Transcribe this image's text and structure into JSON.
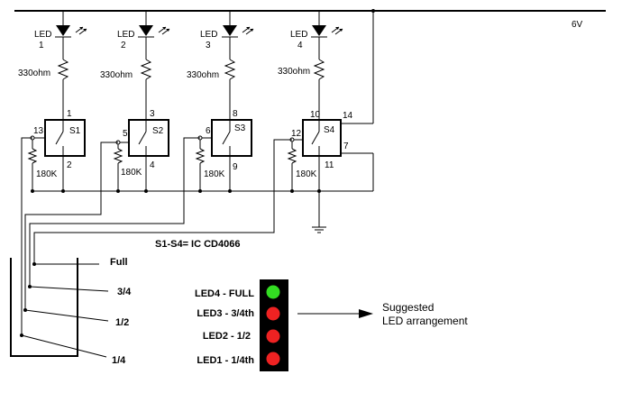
{
  "supply_label": "6V",
  "leds": [
    {
      "name": "LED",
      "num": "1"
    },
    {
      "name": "LED",
      "num": "2"
    },
    {
      "name": "LED",
      "num": "3"
    },
    {
      "name": "LED",
      "num": "4"
    }
  ],
  "resistors": [
    "330ohm",
    "330ohm",
    "330ohm",
    "330ohm"
  ],
  "pulldowns": [
    "180K",
    "180K",
    "180K",
    "180K"
  ],
  "switches": [
    {
      "name": "S1",
      "pins": [
        "13",
        "1",
        "2"
      ]
    },
    {
      "name": "S2",
      "pins": [
        "5",
        "3",
        "4"
      ]
    },
    {
      "name": "S3",
      "pins": [
        "6",
        "8",
        "9"
      ]
    },
    {
      "name": "S4",
      "pins": [
        "12",
        "10",
        "11",
        "14",
        "7"
      ]
    }
  ],
  "ic_label": "S1-S4= IC CD4066",
  "levels": [
    "Full",
    "3/4",
    "1/2",
    "1/4"
  ],
  "panel": {
    "rows": [
      {
        "label": "LED4 - FULL",
        "color": "#33dd22"
      },
      {
        "label": "LED3 - 3/4th",
        "color": "#ee2222"
      },
      {
        "label": "LED2 - 1/2",
        "color": "#ee2222"
      },
      {
        "label": "LED1 - 1/4th",
        "color": "#ee2222"
      }
    ],
    "note_line1": "Suggested",
    "note_line2": "LED arrangement"
  }
}
